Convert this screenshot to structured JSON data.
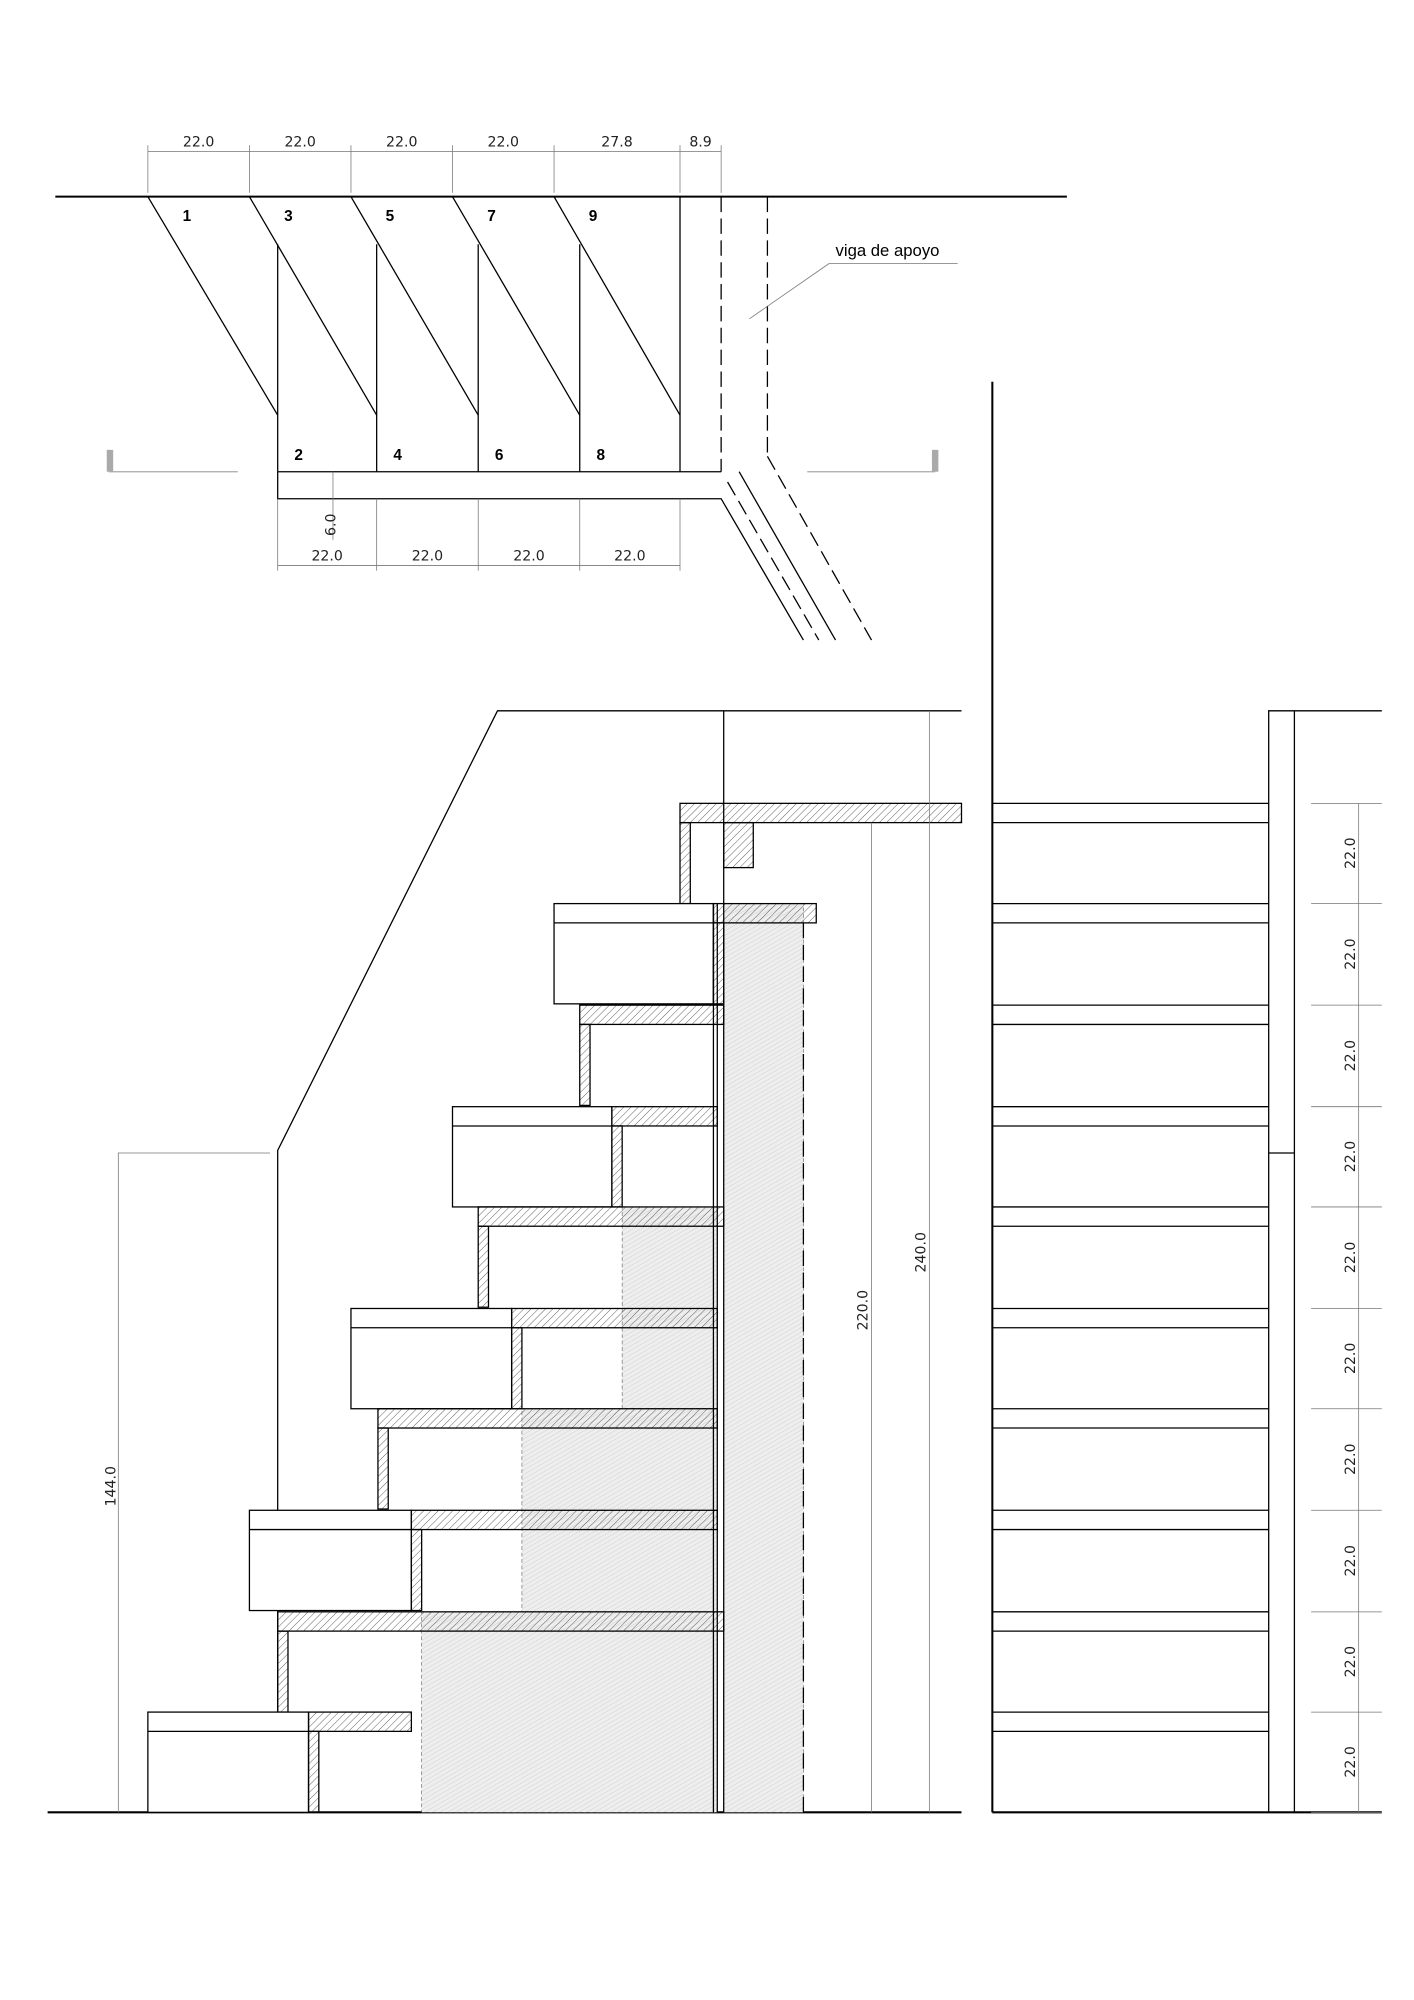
{
  "plan": {
    "top_dims": [
      "22.0",
      "22.0",
      "22.0",
      "22.0",
      "27.8",
      "8.9"
    ],
    "bottom_dims": [
      "22.0",
      "22.0",
      "22.0",
      "22.0"
    ],
    "step_numbers_top": [
      "1",
      "3",
      "5",
      "7",
      "9"
    ],
    "step_numbers_bottom": [
      "2",
      "4",
      "6",
      "8"
    ],
    "slab_dim": "6.0",
    "beam_label": "viga de apoyo"
  },
  "elevation": {
    "dim_low_wall": "144.0",
    "dim_220": "220.0",
    "dim_240": "240.0"
  },
  "side": {
    "riser_dims": [
      "22.0",
      "22.0",
      "22.0",
      "22.0",
      "22.0",
      "22.0",
      "22.0",
      "22.0",
      "22.0",
      "22.0"
    ]
  }
}
